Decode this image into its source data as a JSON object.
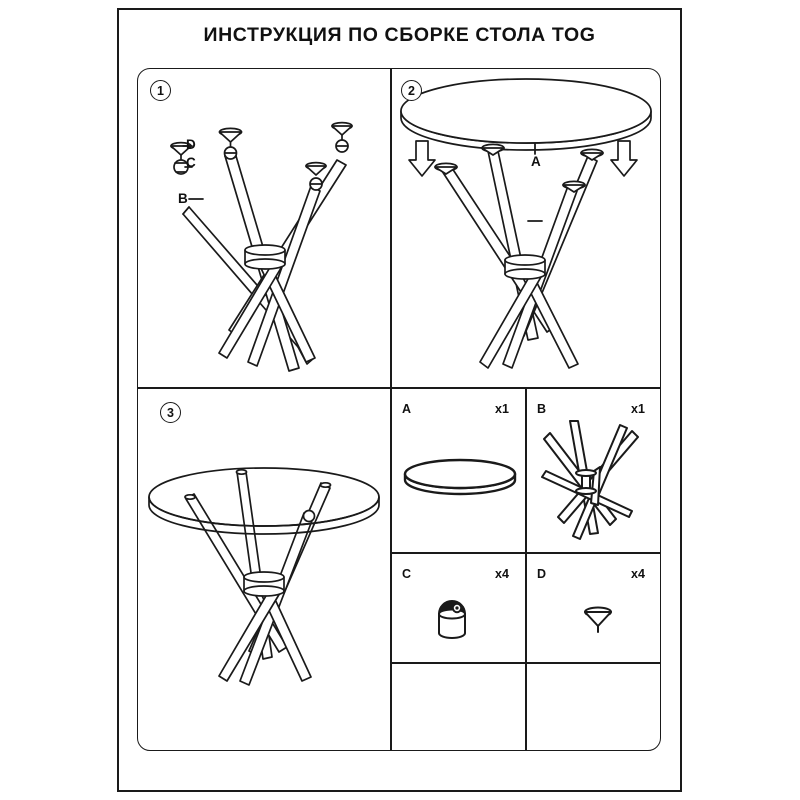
{
  "document": {
    "title": "ИНСТРУКЦИЯ ПО СБОРКЕ СТОЛА TOG",
    "type": "assembly-instruction-sheet"
  },
  "steps": [
    {
      "number": "1",
      "badge": "1",
      "description": "Attach glides D and caps C to the leg frame B",
      "callouts": [
        {
          "label": "D",
          "refers_to": "glide"
        },
        {
          "label": "C",
          "refers_to": "cap"
        },
        {
          "label": "B",
          "refers_to": "leg-frame"
        }
      ]
    },
    {
      "number": "2",
      "badge": "2",
      "description": "Lower the tabletop A onto the assembled leg frame",
      "callouts": [
        {
          "label": "A",
          "refers_to": "tabletop"
        }
      ],
      "arrows": [
        {
          "direction": "down",
          "position": "left"
        },
        {
          "direction": "down",
          "position": "right"
        }
      ]
    },
    {
      "number": "3",
      "badge": "3",
      "description": "Completed table",
      "callouts": []
    }
  ],
  "parts": [
    {
      "name": "A",
      "qty": "x1",
      "icon": "tabletop-disc-icon"
    },
    {
      "name": "B",
      "qty": "x1",
      "icon": "leg-frame-icon"
    },
    {
      "name": "C",
      "qty": "x4",
      "icon": "cap-ferrule-icon"
    },
    {
      "name": "D",
      "qty": "x4",
      "icon": "glide-icon"
    },
    {
      "name": "",
      "qty": "",
      "icon": "empty-cell"
    },
    {
      "name": "",
      "qty": "",
      "icon": "empty-cell"
    }
  ],
  "colors": {
    "ink": "#1a1a1a",
    "paper": "#ffffff",
    "text": "#111111"
  }
}
